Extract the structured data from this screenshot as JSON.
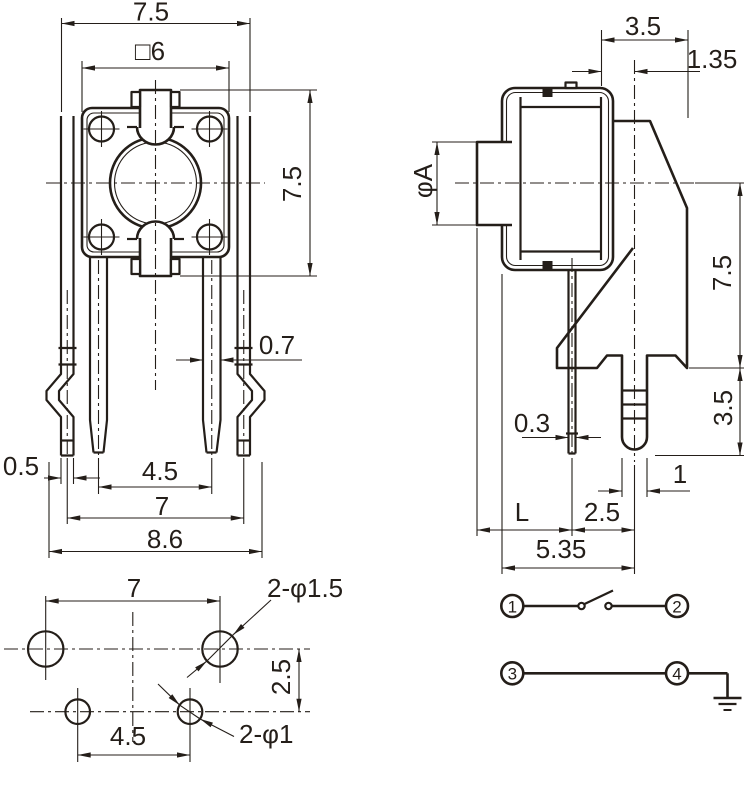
{
  "front_view": {
    "dim_total_width": "7.5",
    "dim_button_square": "□6",
    "dim_total_height": "7.5",
    "dim_pin_width": "0.7",
    "dim_outer_pin_width": "0.5",
    "dim_inner_pin_pitch": "4.5",
    "dim_outer_pin_pitch": "7",
    "dim_overall_width": "8.6"
  },
  "side_view": {
    "dim_top_depth": "3.5",
    "dim_peg_offset": "1.35",
    "dim_shaft_diameter": "φA",
    "dim_center_to_base": "7.5",
    "dim_peg_length": "3.5",
    "dim_pin_thickness": "0.3",
    "dim_peg_width": "1",
    "dim_pin_to_peg": "2.5",
    "dim_shaft_length": "L",
    "dim_face_to_peg": "5.35"
  },
  "pcb_view": {
    "dim_hole_pitch": "7",
    "label_large_holes": "2-φ1.5",
    "dim_row_offset": "2.5",
    "label_small_holes": "2-φ1",
    "dim_small_hole_pitch": "4.5"
  },
  "schematic": {
    "terminal_1": "1",
    "terminal_2": "2",
    "terminal_3": "3",
    "terminal_4": "4"
  }
}
